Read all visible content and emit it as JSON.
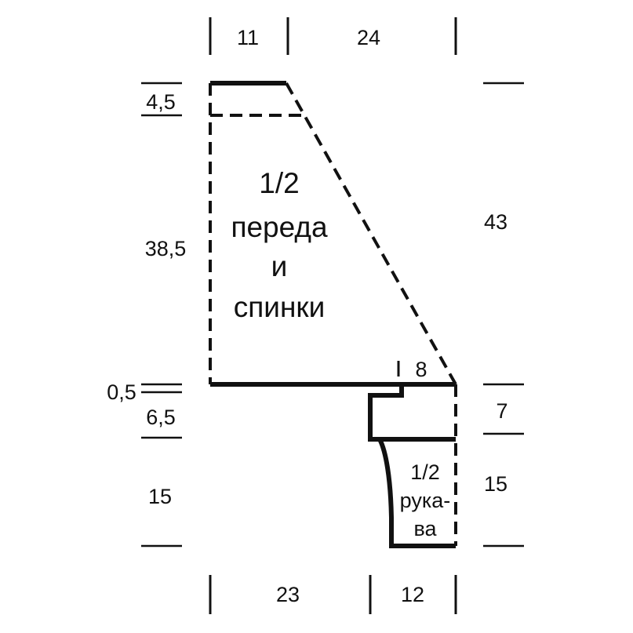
{
  "dimensions": {
    "top_left": "11",
    "top_right": "24",
    "left_shoulder": "4,5",
    "left_body": "38,5",
    "left_gap": "0,5",
    "left_sleeve_top": "6,5",
    "left_sleeve": "15",
    "right_total": "43",
    "right_sleeve_top": "7",
    "right_sleeve": "15",
    "inner_small": "8",
    "bottom_left": "23",
    "bottom_right": "12"
  },
  "body_label": {
    "line1": "1/2",
    "line2": "переда",
    "line3": "и",
    "line4": "спинки"
  },
  "sleeve_label": {
    "line1": "1/2",
    "line2": "рука-",
    "line3": "ва"
  }
}
